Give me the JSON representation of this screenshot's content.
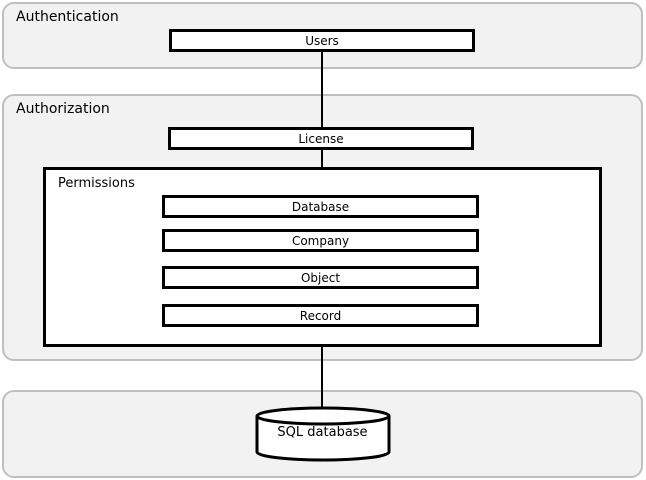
{
  "layers": {
    "authentication": {
      "title": "Authentication",
      "items": [
        "Users"
      ]
    },
    "authorization": {
      "title": "Authorization",
      "license": "License",
      "permissions": {
        "title": "Permissions",
        "items": [
          "Database",
          "Company",
          "Object",
          "Record"
        ]
      }
    },
    "storage": {
      "database_label": "SQL database"
    }
  },
  "colors": {
    "panel_fill": "#f2f2f2",
    "panel_border": "#bfbfbf",
    "line": "#000000",
    "box_fill": "#ffffff"
  }
}
